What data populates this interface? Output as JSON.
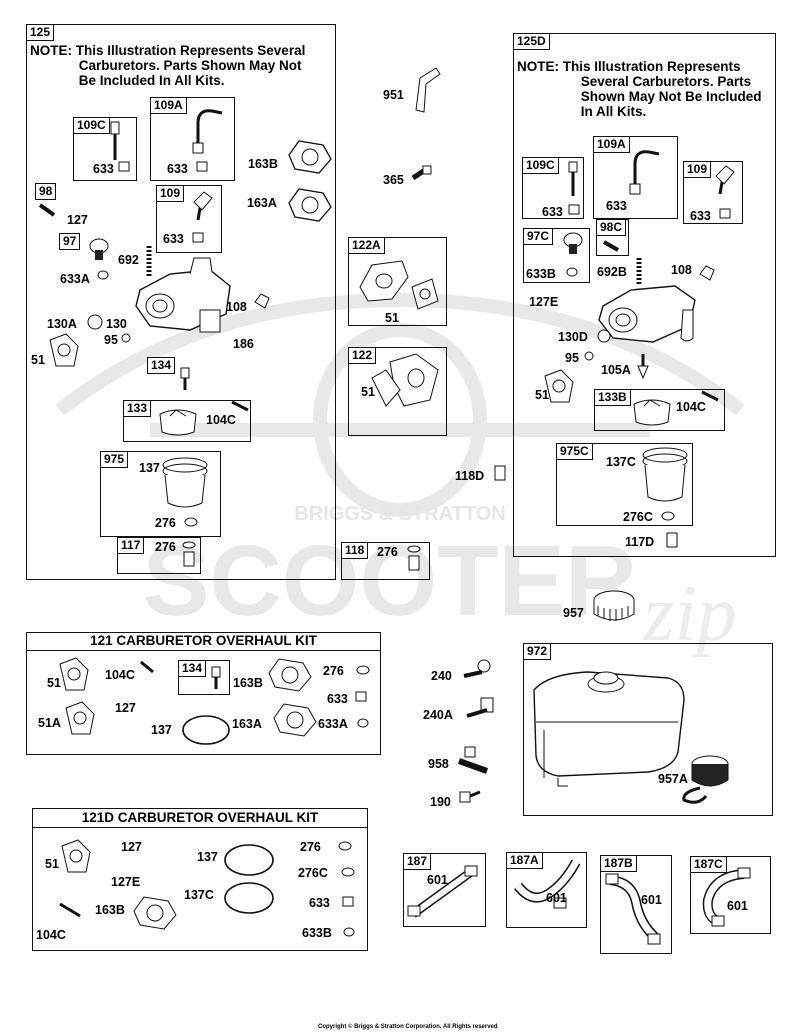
{
  "box125": {
    "tag": "125",
    "note": "NOTE: This Illustration Represents Several\n             Carburetors. Parts Shown May Not\n             Be Included In All Kits."
  },
  "box125d": {
    "tag": "125D",
    "note": "NOTE: This Illustration Represents\n                 Several Carburetors. Parts\n                 Shown May Not Be Included\n                 In All Kits."
  },
  "kit121": {
    "title": "121 CARBURETOR OVERHAUL KIT"
  },
  "kit121d": {
    "title": "121D CARBURETOR OVERHAUL KIT"
  },
  "tags": {
    "t109c": "109C",
    "t109a": "109A",
    "t98": "98",
    "t109": "109",
    "t97": "97",
    "t134": "134",
    "t133": "133",
    "t975": "975",
    "t117": "117",
    "t122a": "122A",
    "t122": "122",
    "t118": "118",
    "d109c": "109C",
    "d109a": "109A",
    "d109": "109",
    "d97c": "97C",
    "d98c": "98C",
    "d133b": "133B",
    "d975c": "975C",
    "k134": "134",
    "t972": "972",
    "t187": "187",
    "t187a": "187A",
    "t187b": "187B",
    "t187c": "187C"
  },
  "labels": {
    "l633a": "633",
    "l633b": "633",
    "l163b": "163B",
    "l163a": "163A",
    "l127": "127",
    "l633c": "633",
    "l692": "692",
    "l633A": "633A",
    "l108": "108",
    "l130a": "130A",
    "l130": "130",
    "l95": "95",
    "l186": "186",
    "l51": "51",
    "l104c": "104C",
    "l137": "137",
    "l276a": "276",
    "l276b": "276",
    "l951": "951",
    "l365": "365",
    "l51b": "51",
    "l51c": "51",
    "l276c": "276",
    "l118d": "118D",
    "d633a": "633",
    "d633b": "633",
    "d633c": "633",
    "d633b2": "633B",
    "d692b": "692B",
    "d108": "108",
    "d127e": "127E",
    "d130d": "130D",
    "d95": "95",
    "d105a": "105A",
    "d51": "51",
    "d104c": "104C",
    "d137c": "137C",
    "d276c": "276C",
    "d117d": "117D",
    "k51": "51",
    "k104c": "104C",
    "k163b": "163B",
    "k276": "276",
    "k633": "633",
    "k51a": "51A",
    "k127": "127",
    "k137": "137",
    "k163a": "163A",
    "k633a": "633A",
    "m51": "51",
    "m127": "127",
    "m137": "137",
    "m276": "276",
    "m127e": "127E",
    "m137c": "137C",
    "m276c": "276C",
    "m163b": "163B",
    "m633": "633",
    "m104c": "104C",
    "m633b": "633B",
    "l957": "957",
    "l240": "240",
    "l240a": "240A",
    "l958": "958",
    "l190": "190",
    "l957a": "957A",
    "p601a": "601",
    "p601b": "601",
    "p601c": "601",
    "p601d": "601"
  },
  "watermark": {
    "line1": "BRIGGS & STRATTON",
    "line2": "SCOOTER",
    "line3": "zip"
  },
  "copyright": "Copyright © Briggs & Stratton Corporation. All Rights reserved"
}
